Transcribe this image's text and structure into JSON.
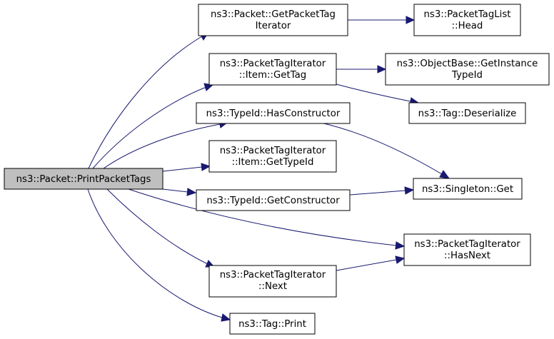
{
  "graph": {
    "root": {
      "line1": "ns3::Packet::PrintPacketTags",
      "line2": ""
    },
    "nodes": {
      "getpackettagiterator": {
        "line1": "ns3::Packet::GetPacketTag",
        "line2": "Iterator"
      },
      "packettaglist_head": {
        "line1": "ns3::PacketTagList",
        "line2": "::Head"
      },
      "item_gettag": {
        "line1": "ns3::PacketTagIterator",
        "line2": "::Item::GetTag"
      },
      "getinstancetypeid": {
        "line1": "ns3::ObjectBase::GetInstance",
        "line2": "TypeId"
      },
      "tag_deserialize": {
        "line1": "ns3::Tag::Deserialize",
        "line2": ""
      },
      "typeid_hasconstructor": {
        "line1": "ns3::TypeId::HasConstructor",
        "line2": ""
      },
      "item_gettypeid": {
        "line1": "ns3::PacketTagIterator",
        "line2": "::Item::GetTypeId"
      },
      "singleton_get": {
        "line1": "ns3::Singleton::Get",
        "line2": ""
      },
      "typeid_getconstructor": {
        "line1": "ns3::TypeId::GetConstructor",
        "line2": ""
      },
      "hasnext": {
        "line1": "ns3::PacketTagIterator",
        "line2": "::HasNext"
      },
      "next": {
        "line1": "ns3::PacketTagIterator",
        "line2": "::Next"
      },
      "tag_print": {
        "line1": "ns3::Tag::Print",
        "line2": ""
      }
    },
    "colors": {
      "edge": "#191970",
      "root_fill": "#bfbfbf",
      "node_fill": "#ffffff",
      "node_border": "#000000"
    }
  }
}
